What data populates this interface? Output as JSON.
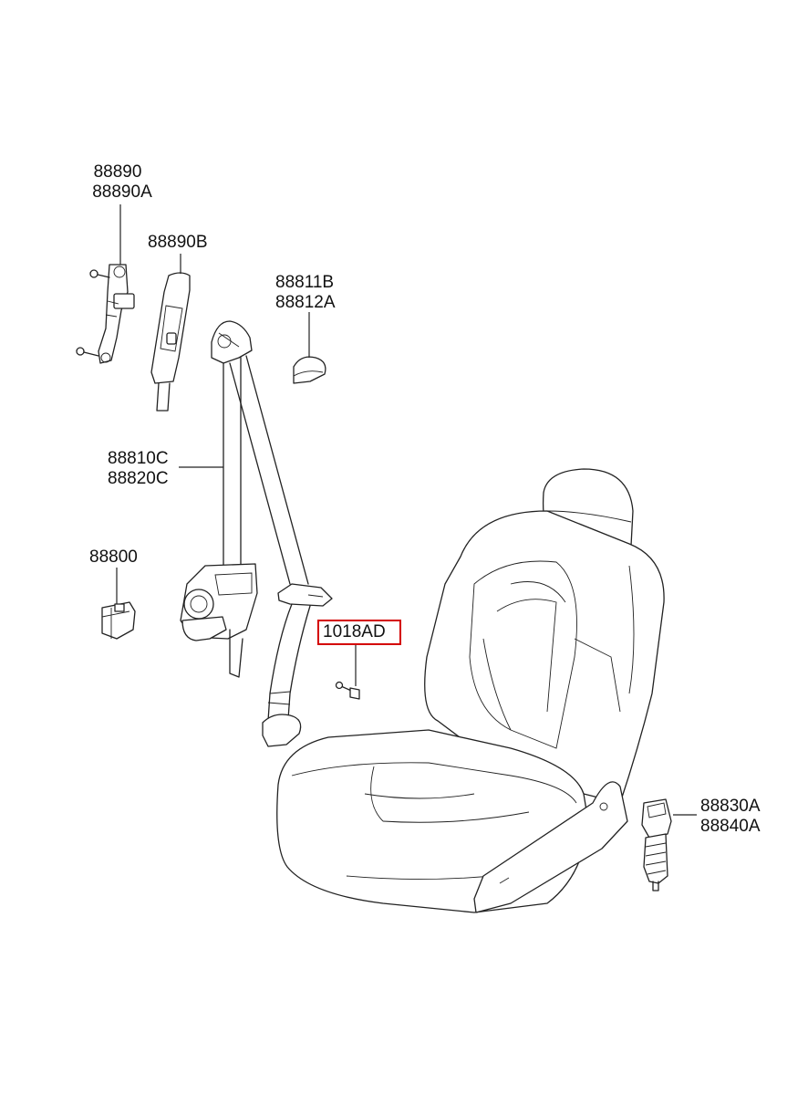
{
  "labels": {
    "upper_anchor": [
      "88890",
      "88890A"
    ],
    "height_adjuster_cover": "88890B",
    "anchor_cover": [
      "88811B",
      "88812A"
    ],
    "seat_belt_assembly": [
      "88810C",
      "88820C"
    ],
    "retractor_cover": "88800",
    "bolt": "1018AD",
    "buckle": [
      "88830A",
      "88840A"
    ]
  },
  "highlight_color": "#d40000"
}
